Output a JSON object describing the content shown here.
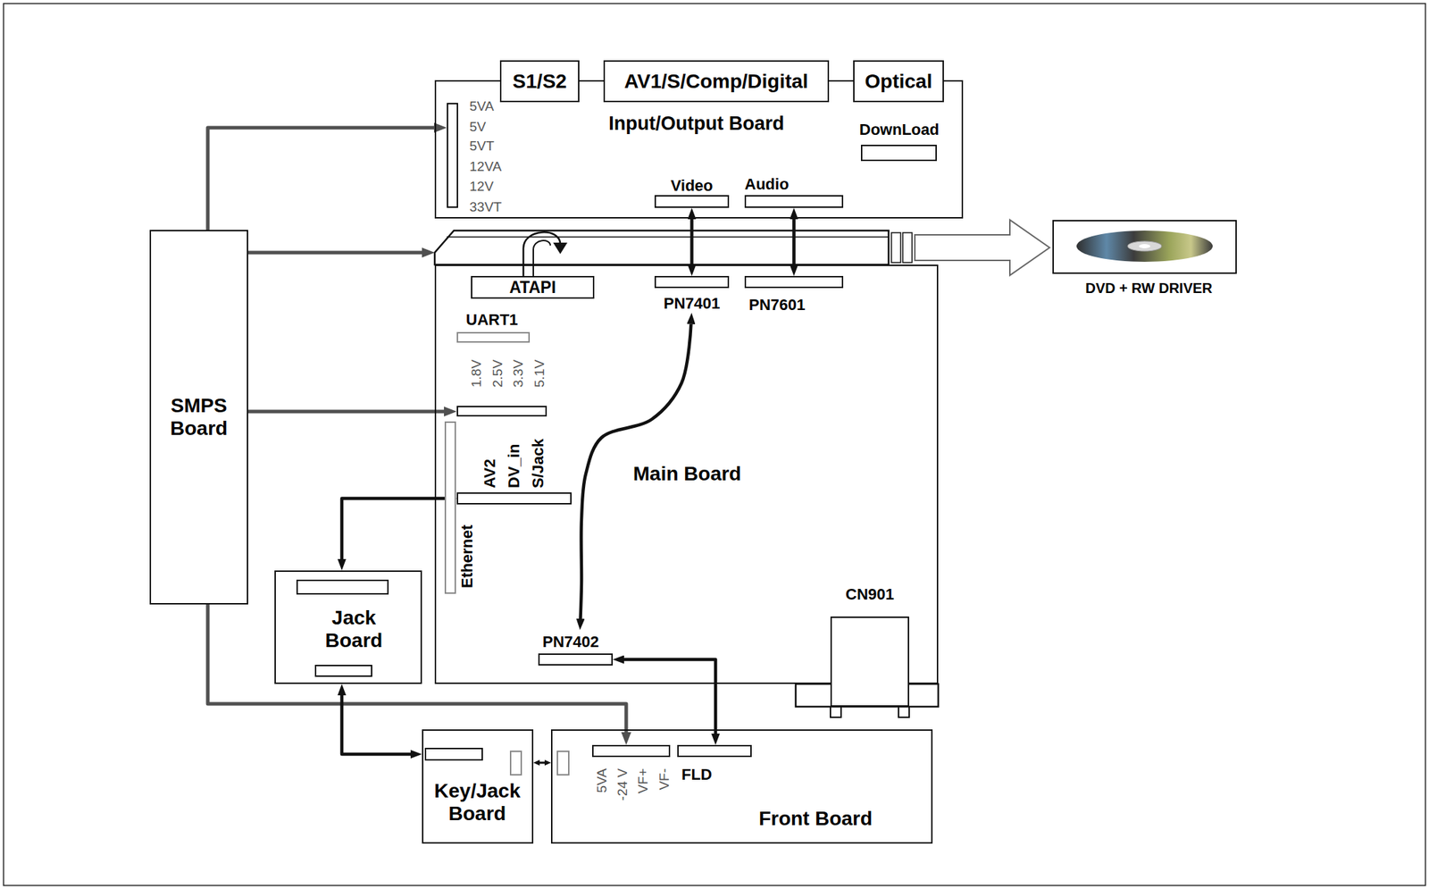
{
  "diagram": {
    "nodes": [
      {
        "text": [
          "Input/Output Board"
        ]
      },
      {
        "text": [
          "S1/S2"
        ],
        "in": 0
      },
      {
        "text": [
          "AV1/S/Comp/Digital"
        ],
        "in": 0
      },
      {
        "text": [
          "Optical"
        ],
        "in": 0
      },
      {
        "text": [
          "5VA",
          "5V",
          "5VT",
          "12VA",
          "12V",
          "33VT"
        ],
        "in": 0
      },
      {
        "text": [
          "DownLoad"
        ],
        "in": 0
      },
      {
        "text": [
          "Video"
        ],
        "in": 0
      },
      {
        "text": [
          "Audio"
        ],
        "in": 0
      },
      {
        "text": [
          "DVD + RW DRIVER"
        ]
      },
      {
        "text": [
          "SMPS Board"
        ]
      },
      {
        "text": [
          "Main Board"
        ]
      },
      {
        "text": [
          "ATAPI"
        ],
        "in": 10
      },
      {
        "text": [
          "PN7401"
        ],
        "in": 10
      },
      {
        "text": [
          "PN7601"
        ],
        "in": 10
      },
      {
        "text": [
          "UART1"
        ],
        "in": 10
      },
      {
        "text": [
          "1.8V",
          "2.5V",
          "3.3V",
          "5.1V"
        ],
        "in": 10
      },
      {
        "text": [
          "AV2",
          "DV_in",
          "S/Jack"
        ],
        "in": 10
      },
      {
        "text": [
          "Ethernet"
        ],
        "in": 10
      },
      {
        "text": [
          "PN7402"
        ],
        "in": 10
      },
      {
        "text": [
          "CN901"
        ],
        "in": 10
      },
      {
        "text": [
          "Jack Board"
        ]
      },
      {
        "text": [
          "Key/Jack Board"
        ]
      },
      {
        "text": [
          "Front Board"
        ]
      },
      {
        "text": [
          "5VA",
          "-24 V",
          "VF+",
          "VF-"
        ],
        "in": 22
      },
      {
        "text": [
          "FLD"
        ],
        "in": 22
      }
    ],
    "edges": [
      {
        "from": 9,
        "to": 4,
        "arrow": "to"
      },
      {
        "from": 9,
        "to": 15,
        "arrow": "to"
      },
      {
        "from": 9,
        "to": 23,
        "arrow": "to"
      },
      {
        "from": 6,
        "to": 12,
        "arrow": "both"
      },
      {
        "from": 7,
        "to": 13,
        "arrow": "both"
      },
      {
        "from": 12,
        "to": 18,
        "arrow": "both"
      },
      {
        "from": 20,
        "to": 16,
        "arrow": "both"
      },
      {
        "from": 20,
        "to": 21,
        "arrow": "both"
      },
      {
        "from": 21,
        "to": 22,
        "arrow": "both"
      },
      {
        "from": 18,
        "to": 24,
        "arrow": "both"
      }
    ]
  }
}
